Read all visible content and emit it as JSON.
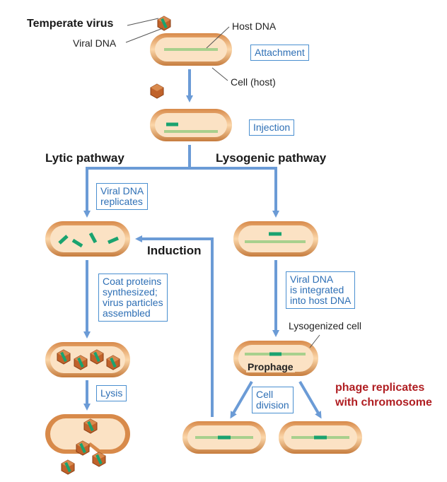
{
  "labels": {
    "temperate_virus": "Temperate virus",
    "viral_dna": "Viral DNA",
    "host_dna": "Host DNA",
    "cell_host": "Cell (host)",
    "lytic_pathway": "Lytic pathway",
    "lysogenic_pathway": "Lysogenic pathway",
    "induction": "Induction",
    "lysogenized_cell": "Lysogenized  cell",
    "prophage": "Prophage"
  },
  "steps": {
    "attachment": "Attachment",
    "injection": "Injection",
    "viral_dna_replicates": "Viral DNA\nreplicates",
    "coat_proteins": "Coat proteins\nsynthesized;\nvirus particles\nassembled",
    "lysis": "Lysis",
    "integrated": "Viral DNA\nis integrated\ninto host DNA",
    "cell_division": "Cell\ndivision"
  },
  "annotation": "phage replicates\nwith chromosome",
  "colors": {
    "cell_border": "#c9854a",
    "cell_fill": "#fbe2c4",
    "host_dna": "#a8d08d",
    "viral_dna": "#1aa36f",
    "arrow": "#6b9bd6",
    "box_border": "#4a8fd0",
    "box_text": "#2e6fb5",
    "virus": "#c0622a",
    "note": "#b01e22"
  }
}
